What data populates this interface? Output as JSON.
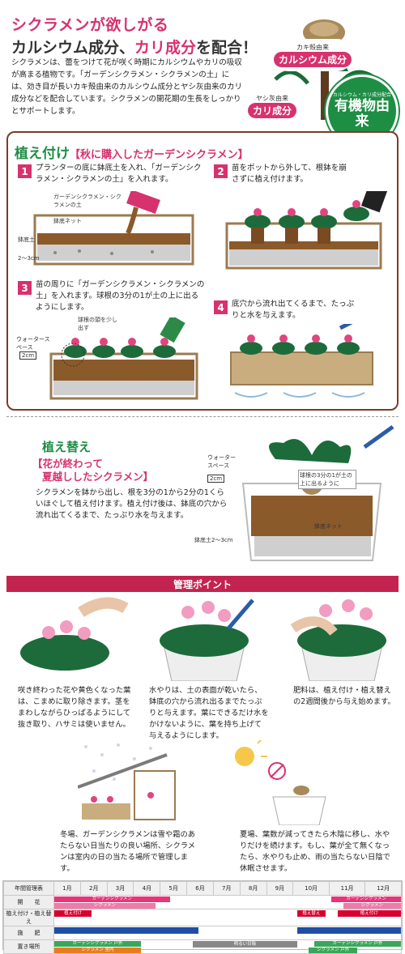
{
  "header": {
    "title_line1": "シクラメンが欲しがる",
    "title_line2_pre": "カルシウム成分、",
    "title_line2_pink": "カリ成分",
    "title_line2_post": "を配合！",
    "intro": "シクラメンは、蕾をつけて花が咲く時期にカルシウムやカリの吸収が高まる植物です。「ガーデンシクラメン・シクラメンの土」には、効き目が長いカキ殻由来のカルシウム成分とヤシ灰由来のカリ成分などを配合しています。シクラメンの開花期の生長をしっかりとサポートします。",
    "badge1_top": "カキ殻由来",
    "badge1_main": "カルシウム成分",
    "badge2_top": "ヤシ灰由来",
    "badge2_main": "カリ成分",
    "seal_main": "有機物由来",
    "seal_ring": "カルシウム・カリ成分配合"
  },
  "planting": {
    "title": "植え付け",
    "subtitle": "【秋に購入したガーデンシクラメン】",
    "steps": [
      {
        "num": "1",
        "text": "プランターの底に鉢底土を入れ、「ガーデンシクラメン・シクラメンの土」を入れます。"
      },
      {
        "num": "2",
        "text": "苗をポットから外して、根鉢を崩さずに植え付けます。"
      },
      {
        "num": "3",
        "text": "苗の周りに「ガーデンシクラメン・シクラメンの土」を入れます。球根の3分の1が土の上に出るようにします。"
      },
      {
        "num": "4",
        "text": "底穴から流れ出てくるまで、たっぷりと水を与えます。"
      }
    ],
    "labels": {
      "soil": "ガーデンシクラメン・シクラメンの土",
      "net": "鉢底ネット",
      "base": "鉢底土",
      "depth": "2～3cm",
      "bulb": "球根の頭を少し出す",
      "water_space": "ウォータースペース",
      "ws_depth": "2cm"
    }
  },
  "repot": {
    "title": "植え替え",
    "subtitle1": "【花が終わって",
    "subtitle2": "夏越ししたシクラメン】",
    "text": "シクラメンを鉢から出し、根を3分の1から2分の1くらいほぐして植え付けます。植え付け後は、鉢底の穴から流れ出てくるまで、たっぷり水を与えます。",
    "labels": {
      "water_space": "ウォータースペース",
      "ws_depth": "2cm",
      "bulb": "球根の3分の1が土の上に出るように",
      "net": "鉢底ネット",
      "base": "鉢底土2～3cm"
    }
  },
  "management": {
    "title": "管理ポイント",
    "tips": [
      "咲き終わった花や黄色くなった葉は、こまめに取り除きます。茎をまわしながらひっぱるようにして抜き取り、ハサミは使いません。",
      "水やりは、土の表面が乾いたら、鉢底の穴から流れ出るまでたっぷりと与えます。葉にできるだけ水をかけないように、葉を持ち上げて与えるようにします。",
      "肥料は、植え付け・植え替えの2週間後から与え始めます。",
      "冬場、ガーデンシクラメンは雪や霜のあたらない日当たりの良い場所、シクラメンは室内の日の当たる場所で管理します。",
      "夏場、葉数が減ってきたら木陰に移し、水やりだけを続けます。もし、葉が全て無くなったら、水やりも止め、雨の当たらない日陰で休眠させます。"
    ]
  },
  "calendar": {
    "header": "年間管理表",
    "months": [
      "1月",
      "2月",
      "3月",
      "4月",
      "5月",
      "6月",
      "7月",
      "8月",
      "9月",
      "10月",
      "11月",
      "12月"
    ],
    "rows": [
      {
        "label": "開　　花",
        "bars": [
          {
            "text": "ガーデンシクラメン",
            "start": 0,
            "end": 4,
            "color": "#e8347a"
          },
          {
            "text": "シクラメン",
            "start": 0,
            "end": 3.5,
            "color": "#f07aa8"
          },
          {
            "text": "ガーデンシクラメン",
            "start": 9.6,
            "end": 12,
            "color": "#e8347a"
          },
          {
            "text": "シクラメン",
            "start": 10,
            "end": 12,
            "color": "#f07aa8"
          }
        ]
      },
      {
        "label": "植え付け・植え替え",
        "bars": [
          {
            "text": "植え付け",
            "start": 0,
            "end": 1.3,
            "color": "#d7002e"
          },
          {
            "text": "植え替え",
            "start": 8.4,
            "end": 9.4,
            "color": "#d7002e"
          },
          {
            "text": "植え付け",
            "start": 9.8,
            "end": 12,
            "color": "#d7002e"
          }
        ]
      },
      {
        "label": "施　　肥",
        "bars": [
          {
            "text": "",
            "start": 0,
            "end": 5,
            "color": "#1e4fa8"
          },
          {
            "text": "",
            "start": 8.4,
            "end": 12,
            "color": "#1e4fa8"
          }
        ]
      },
      {
        "label": "置き場所",
        "bars": [
          {
            "text": "ガーデンシクラメン 戸外",
            "start": 0,
            "end": 3,
            "color": "#3aa65a"
          },
          {
            "text": "シクラメン 室内",
            "start": 0,
            "end": 3,
            "color": "#e77d1f"
          },
          {
            "text": "明るい日陰",
            "start": 4.8,
            "end": 8.4,
            "color": "#888888"
          },
          {
            "text": "ガーデンシクラメン 戸外",
            "start": 9,
            "end": 12,
            "color": "#3aa65a"
          },
          {
            "text": "シクラメン 戸外",
            "start": 8.8,
            "end": 10.5,
            "color": "#3aa65a"
          }
        ]
      }
    ]
  }
}
